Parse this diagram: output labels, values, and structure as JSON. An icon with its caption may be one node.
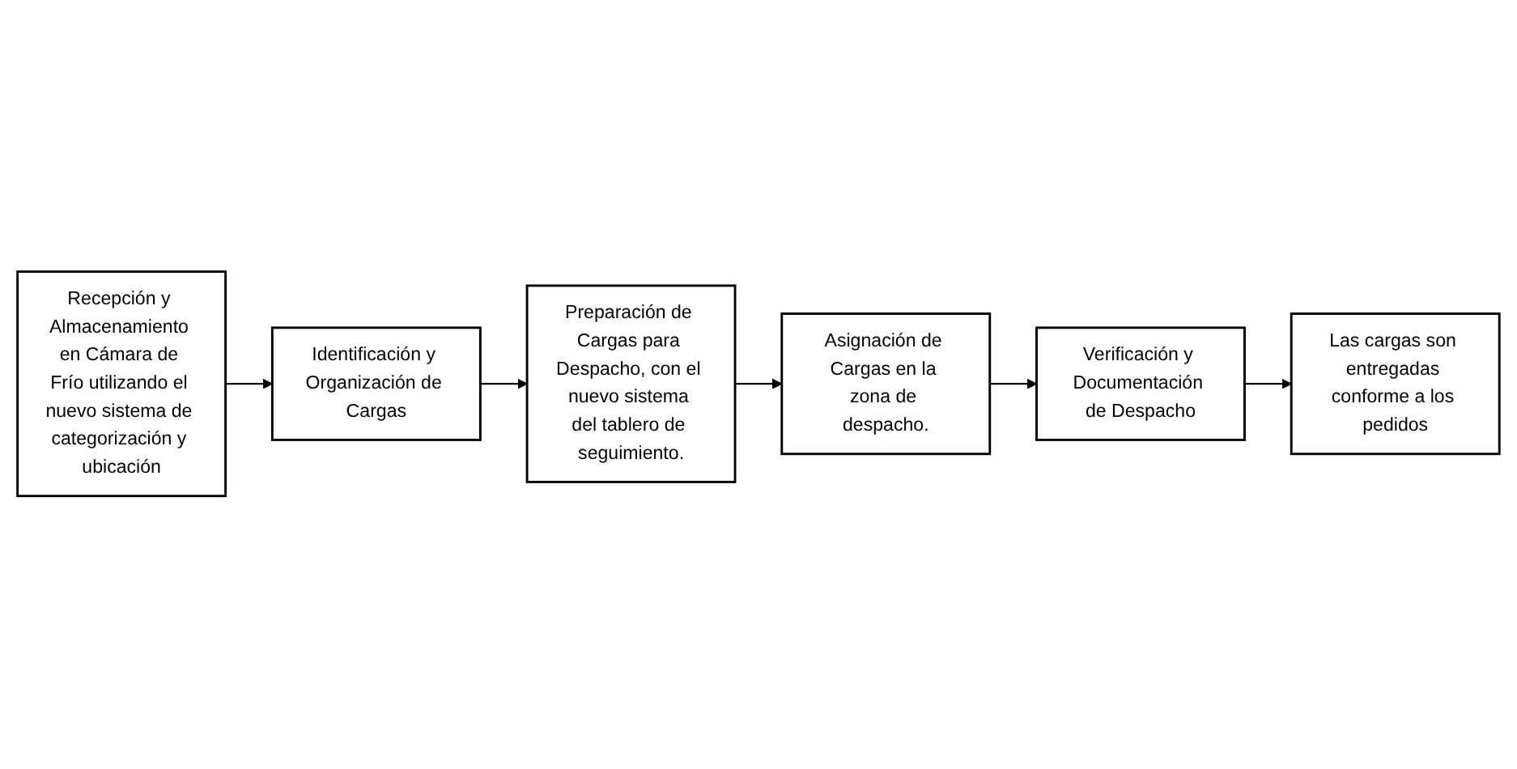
{
  "diagram": {
    "nodes": [
      {
        "text": [
          "Recepción y Almacenamiento en Cámara de Frío utilizando el nuevo sistema de categorización y ubicación"
        ]
      },
      {
        "text": [
          "Identificación y Organización de Cargas"
        ]
      },
      {
        "text": [
          "Preparación de Cargas para Despacho, con el nuevo sistema del tablero de seguimiento."
        ]
      },
      {
        "text": [
          "Asignación de Cargas en la zona de despacho."
        ]
      },
      {
        "text": [
          "Verificación y Documentación de Despacho"
        ]
      },
      {
        "text": [
          "Las cargas son entregadas conforme a los pedidos"
        ]
      }
    ],
    "edges": [
      {
        "from": 0,
        "to": 1,
        "arrow": "to"
      },
      {
        "from": 1,
        "to": 2,
        "arrow": "to"
      },
      {
        "from": 2,
        "to": 3,
        "arrow": "to"
      },
      {
        "from": 3,
        "to": 4,
        "arrow": "to"
      },
      {
        "from": 4,
        "to": 5,
        "arrow": "to"
      }
    ]
  }
}
